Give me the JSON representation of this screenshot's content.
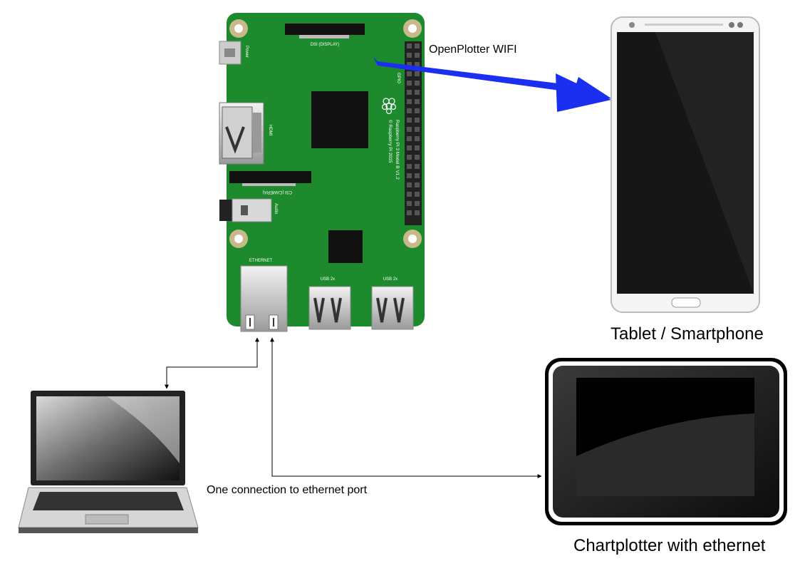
{
  "labels": {
    "wifi": "OpenPlotter WIFI",
    "tablet": "Tablet / Smartphone",
    "chartplotter": "Chartplotter with ethernet",
    "ethernet_connection": "One connection to ethernet port"
  },
  "board": {
    "dsi": "DSI (DISPLAY)",
    "power": "Power",
    "hdmi": "HDMI",
    "csi": "CSI (CAMERA)",
    "audio": "Audio",
    "gpio": "GPIO",
    "model_line1": "Raspberry Pi 3 Model B V1.2",
    "model_line2": "© Raspberry Pi 2015",
    "ethernet": "ETHERNET",
    "usb1": "USB 2x",
    "usb2": "USB 2x"
  },
  "colors": {
    "board_green": "#1e8a2e",
    "wifi_arrow": "#1a2ff0",
    "mount_hole": "#c8b98a"
  }
}
